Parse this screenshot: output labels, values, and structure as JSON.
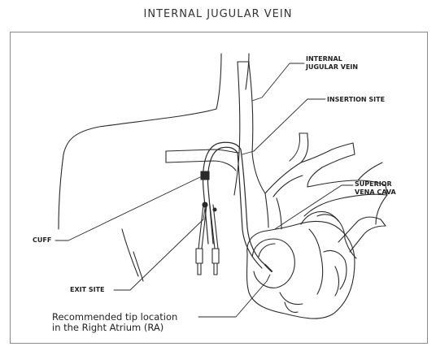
{
  "title": "INTERNAL JUGULAR VEIN",
  "labels": {
    "internal_jugular_vein_line1": "INTERNAL",
    "internal_jugular_vein_line2": "JUGULAR VEIN",
    "insertion_site": "INSERTION SITE",
    "superior_vena_cava_line1": "SUPERIOR",
    "superior_vena_cava_line2": "VENA CAVA",
    "cuff": "CUFF",
    "exit_site": "EXIT SITE",
    "tip_location_line1": "Recommended tip location",
    "tip_location_line2": "in the Right Atrium (RA)"
  },
  "colors": {
    "ink": "#2a2a2a",
    "frame": "#8a8a8a",
    "background": "#ffffff"
  }
}
